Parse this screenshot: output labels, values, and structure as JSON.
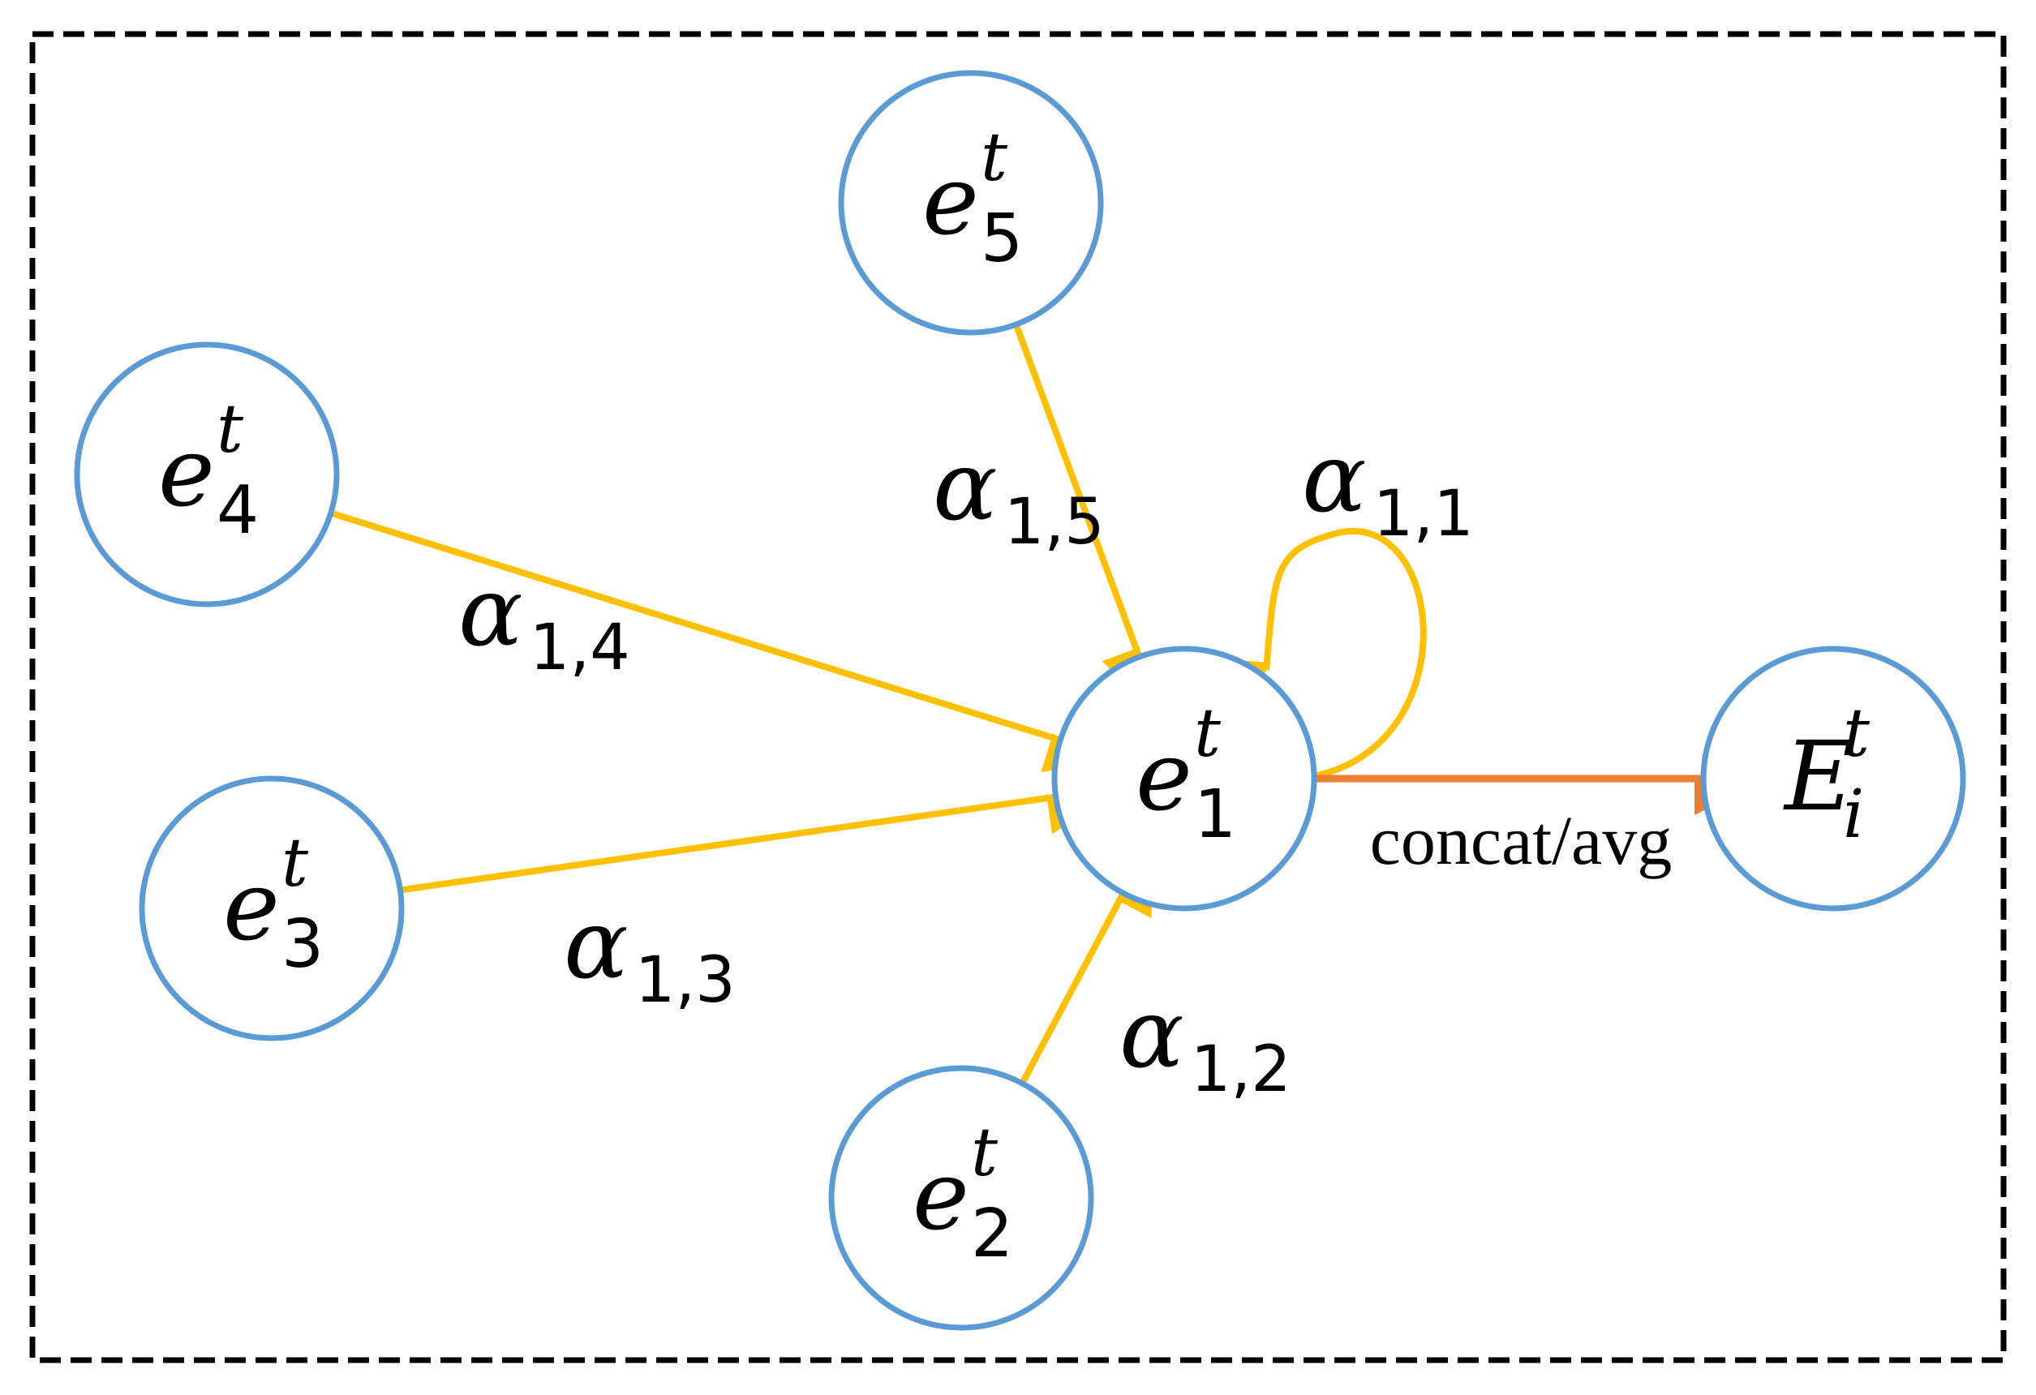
{
  "colors": {
    "node_stroke": "#5b9bd5",
    "edge": "#ffc000",
    "aggregate_edge": "#ed7d31",
    "frame": "#000000",
    "text": "#000000",
    "background": "#ffffff"
  },
  "nodes": [
    {
      "id": "e1",
      "base": "e",
      "sup": "t",
      "sub": "1"
    },
    {
      "id": "e2",
      "base": "e",
      "sup": "t",
      "sub": "2"
    },
    {
      "id": "e3",
      "base": "e",
      "sup": "t",
      "sub": "3"
    },
    {
      "id": "e4",
      "base": "e",
      "sup": "t",
      "sub": "4"
    },
    {
      "id": "e5",
      "base": "e",
      "sup": "t",
      "sub": "5"
    },
    {
      "id": "Ei",
      "base": "E",
      "sup": "t",
      "sub": "i"
    }
  ],
  "edges": [
    {
      "from": "e5",
      "to": "e1",
      "symbol": "α",
      "sub": "1,5"
    },
    {
      "from": "e4",
      "to": "e1",
      "symbol": "α",
      "sub": "1,4"
    },
    {
      "from": "e3",
      "to": "e1",
      "symbol": "α",
      "sub": "1,3"
    },
    {
      "from": "e2",
      "to": "e1",
      "symbol": "α",
      "sub": "1,2"
    },
    {
      "from": "e1",
      "to": "e1",
      "symbol": "α",
      "sub": "1,1"
    }
  ],
  "aggregate": {
    "from": "e1",
    "to": "Ei",
    "label": "concat/avg"
  }
}
